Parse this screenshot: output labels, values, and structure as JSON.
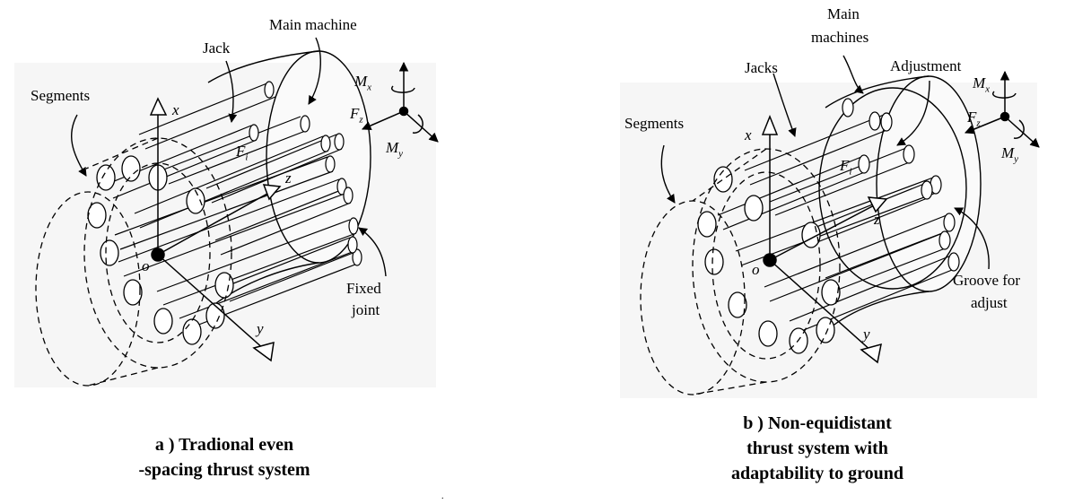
{
  "panel_a": {
    "labels": {
      "main_machine": "Main machine",
      "jack": "Jack",
      "segments": "Segments",
      "fixed_joint_1": "Fixed",
      "fixed_joint_2": "joint"
    },
    "symbols": {
      "mx": "M",
      "mx_sub": "x",
      "fz": "F",
      "fz_sub": "z",
      "my": "M",
      "my_sub": "y",
      "fi": "F",
      "fi_sub": "i",
      "x": "x",
      "z": "z",
      "o": "o",
      "y": "y"
    },
    "caption": {
      "line1": "a ) Tradional even",
      "line2": "-spacing thrust system"
    }
  },
  "panel_b": {
    "labels": {
      "main_machines_1": "Main",
      "main_machines_2": "machines",
      "jacks": "Jacks",
      "adjustment": "Adjustment",
      "segments": "Segments",
      "groove_1": "Groove for",
      "groove_2": "adjust"
    },
    "symbols": {
      "mx": "M",
      "mx_sub": "x",
      "fz": "F",
      "fz_sub": "z",
      "my": "M",
      "my_sub": "y",
      "fi": "F",
      "fi_sub": "i",
      "x": "x",
      "z": "z",
      "o": "o",
      "y": "y"
    },
    "caption": {
      "line1": "b ) Non-equidistant",
      "line2": "thrust system with",
      "line3": "adaptability to ground"
    }
  },
  "footer": {
    "dot": "."
  }
}
